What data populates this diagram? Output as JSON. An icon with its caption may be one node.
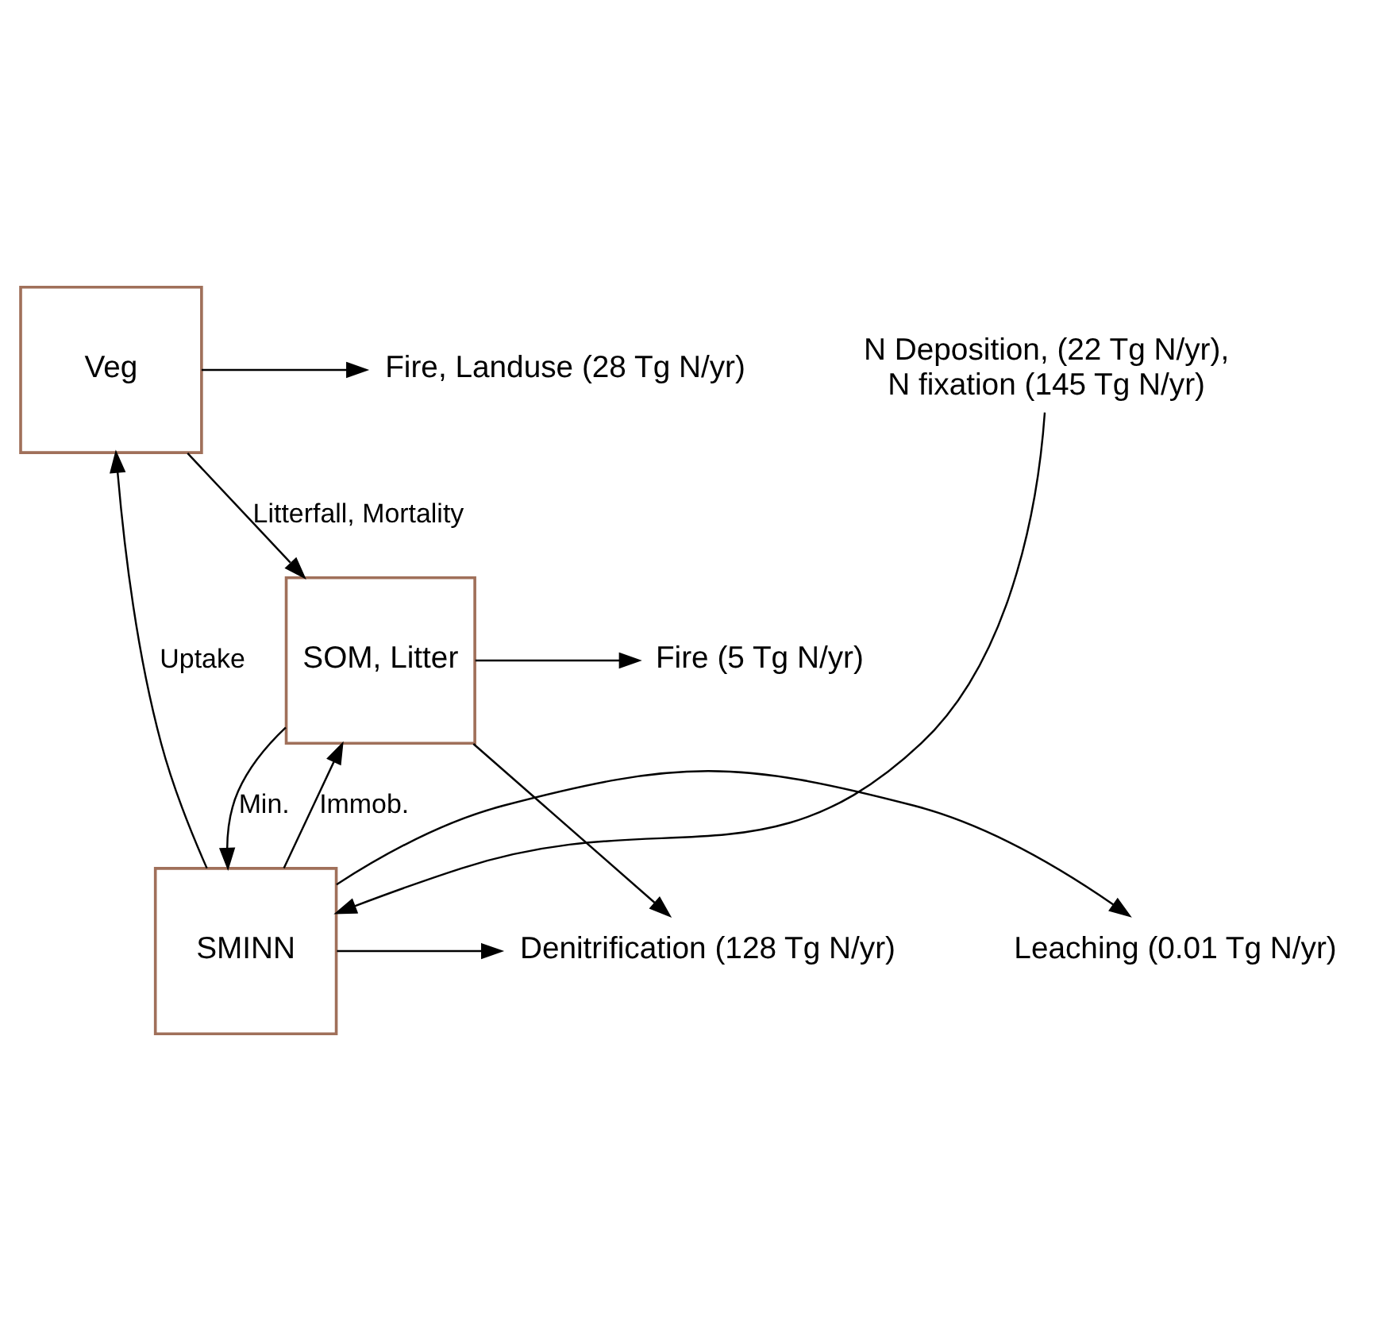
{
  "diagram": {
    "nodes": [
      {
        "text": [
          "Veg"
        ]
      },
      {
        "text": [
          "SMINN"
        ]
      },
      {
        "text": [
          "SOM, Litter"
        ]
      },
      {
        "text": [
          "N Deposition, (22 Tg N/yr),",
          "N fixation (145 Tg N/yr)"
        ]
      },
      {
        "text": [
          "Fire, Landuse (28 Tg N/yr)"
        ]
      },
      {
        "text": [
          "Leaching (0.01 Tg N/yr)"
        ]
      },
      {
        "text": [
          "Denitrification (128 Tg N/yr)"
        ]
      },
      {
        "text": [
          "Fire (5 Tg N/yr)"
        ]
      }
    ],
    "edges": [
      {
        "from": 3,
        "to": 1,
        "arrow": "to"
      },
      {
        "from": 0,
        "to": 4,
        "arrow": "to"
      },
      {
        "from": 1,
        "to": 0,
        "arrow": "to",
        "label": "Uptake"
      },
      {
        "from": 0,
        "to": 2,
        "arrow": "to",
        "label": "Litterfall, Mortality"
      },
      {
        "from": 1,
        "to": 5,
        "arrow": "to"
      },
      {
        "from": 1,
        "to": 6,
        "arrow": "to"
      },
      {
        "from": 1,
        "to": 2,
        "arrow": "to",
        "label": "Immob."
      },
      {
        "from": 2,
        "to": 1,
        "arrow": "to",
        "label": "Min."
      },
      {
        "from": 2,
        "to": 6,
        "arrow": "to"
      },
      {
        "from": 2,
        "to": 7,
        "arrow": "to"
      }
    ]
  }
}
